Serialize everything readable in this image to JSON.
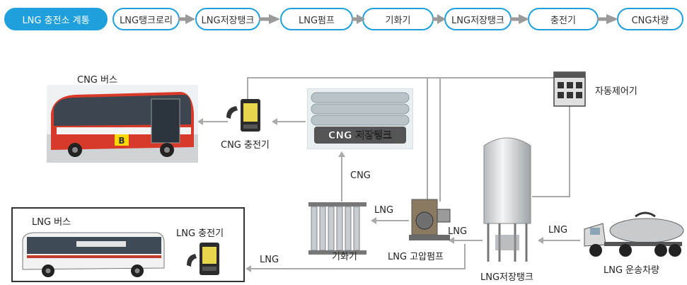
{
  "flow": {
    "steps": [
      {
        "label": "LNG 충전소 계통",
        "active": true
      },
      {
        "label": "LNG탱크로리",
        "active": false
      },
      {
        "label": "LNG저장탱크",
        "active": false
      },
      {
        "label": "LNG펌프",
        "active": false
      },
      {
        "label": "기화기",
        "active": false
      },
      {
        "label": "LNG저장탱크",
        "active": false
      },
      {
        "label": "충전기",
        "active": false
      },
      {
        "label": "CNG차량",
        "active": false
      }
    ],
    "accent_color": "#1fa0dc",
    "arrow_color": "#9a9a9a"
  },
  "diagram": {
    "cng_bus": "CNG 버스",
    "cng_charger": "CNG 충전기",
    "cng_tank": "CNG 저장탱크",
    "auto_controller": "자동제어기",
    "cng_flow": "CNG",
    "lng_flow_pump_to_vaporizer": "LNG",
    "lng_flow_tank_to_pump": "LNG",
    "lng_flow_truck_to_tank": "LNG",
    "lng_flow_to_lng_bus": "LNG",
    "vaporizer": "기화기",
    "hp_pump": "LNG 고압펌프",
    "lng_storage_tank": "LNG저장탱크",
    "lng_truck": "LNG 운송차량",
    "lng_bus": "LNG 버스",
    "lng_charger": "LNG 충전기",
    "bus_sign": "B"
  }
}
